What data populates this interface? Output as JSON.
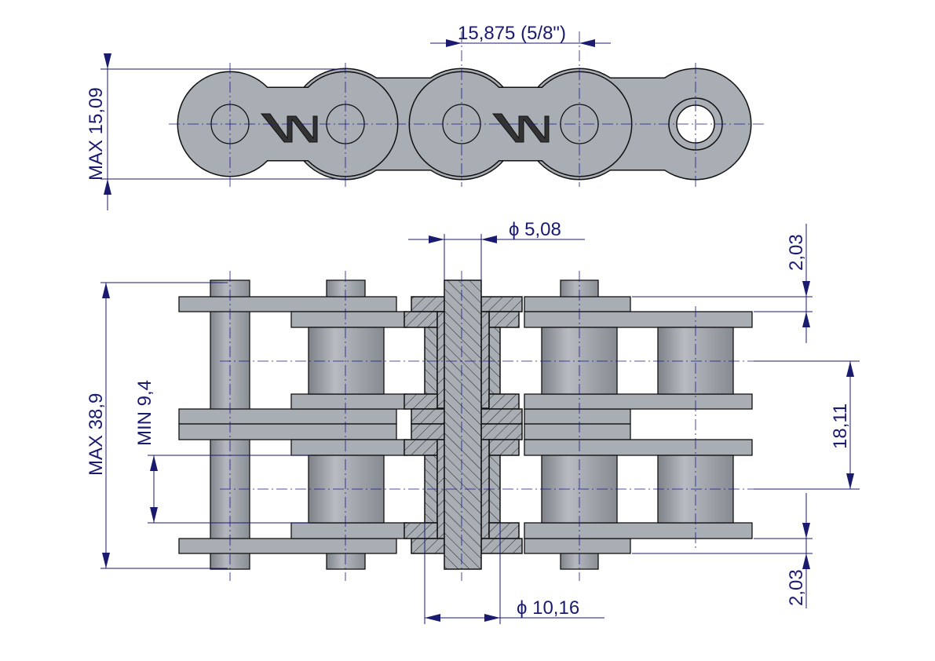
{
  "drawing": {
    "title": "Double roller chain link dimensions",
    "dimensions": {
      "pitch": "15,875  (5/8\")",
      "plate_height": "MAX 15,09",
      "overall_width": "MAX 38,9",
      "inner_width": "MIN 9,4",
      "transverse_pitch": "18,11",
      "pin_diameter": "ϕ  5,08",
      "roller_diameter": "ϕ  10,16",
      "plate_thickness_top": "2,03",
      "plate_thickness_bottom": "2,03"
    },
    "colors": {
      "dimension": "#1a1a6e",
      "plate": "#a9aeb5"
    }
  }
}
